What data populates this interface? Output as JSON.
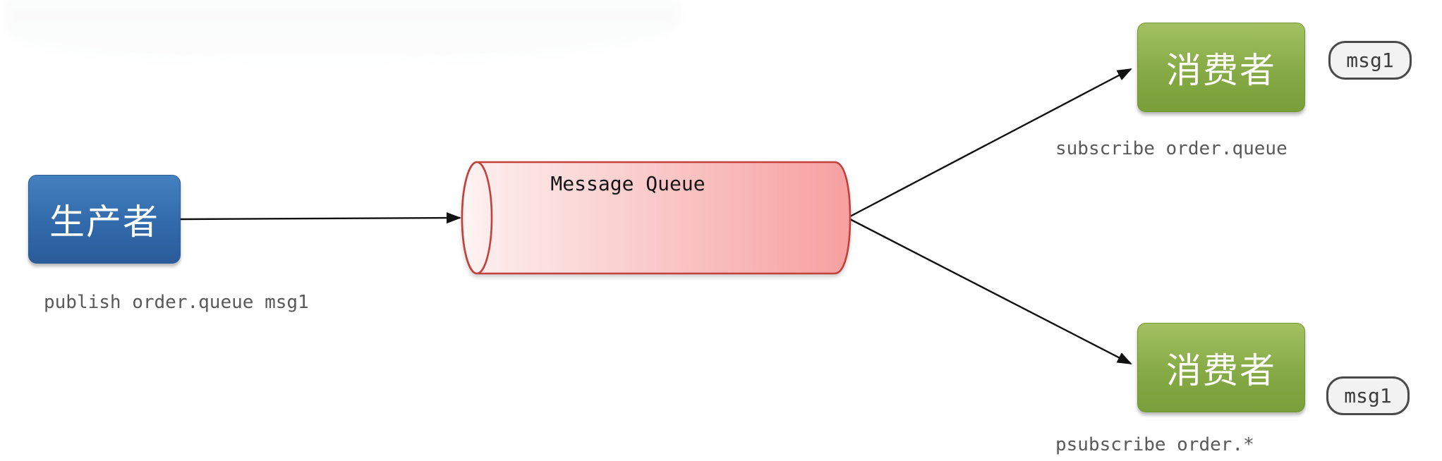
{
  "producer": {
    "label": "生产者",
    "command": "publish order.queue msg1"
  },
  "queue": {
    "label": "Message Queue"
  },
  "consumers": [
    {
      "label": "消费者",
      "badge": "msg1",
      "command": "subscribe order.queue"
    },
    {
      "label": "消费者",
      "badge": "msg1",
      "command": "psubscribe order.*"
    }
  ],
  "colors": {
    "producer_blue": "#3470b2",
    "consumer_green": "#86aa45",
    "queue_pink_light": "#fdf0f0",
    "queue_pink_dark": "#f7a0a0",
    "queue_border_red": "#c2413b",
    "arrow_black": "#111111",
    "command_gray": "#595959",
    "badge_bg": "#f2f2f2",
    "badge_border": "#4a4a4a"
  }
}
